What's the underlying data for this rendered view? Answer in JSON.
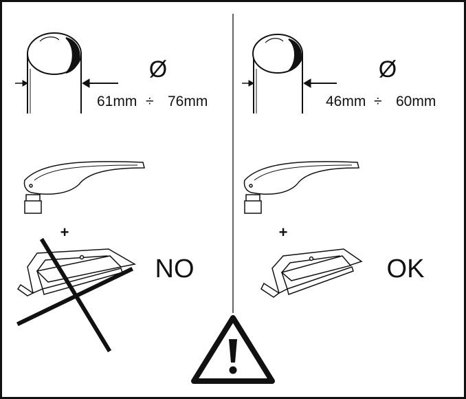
{
  "left_panel": {
    "diameter_symbol": "Ø",
    "range_min": "61mm",
    "range_sep": "÷",
    "range_max": "76mm",
    "plus": "+",
    "verdict": "NO"
  },
  "right_panel": {
    "diameter_symbol": "Ø",
    "range_min": "46mm",
    "range_sep": "÷",
    "range_max": "60mm",
    "plus": "+",
    "verdict": "OK"
  },
  "warning": {
    "icon": "warning-triangle-icon"
  }
}
